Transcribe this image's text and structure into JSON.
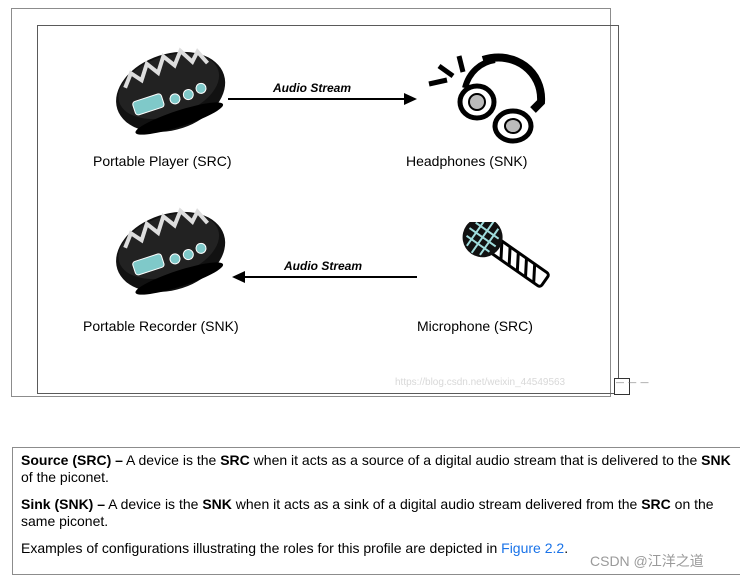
{
  "figure": {
    "top_row": {
      "left_label": "Portable Player (SRC)",
      "right_label": "Headphones (SNK)",
      "stream_label": "Audio Stream"
    },
    "bottom_row": {
      "left_label": "Portable Recorder (SNK)",
      "right_label": "Microphone (SRC)",
      "stream_label": "Audio Stream"
    },
    "watermark_url": "https://blog.csdn.net/weixin_44549563",
    "small_mark": "— — —"
  },
  "text": {
    "source": {
      "term": "Source (SRC) –",
      "t1": " A device is the ",
      "b1": "SRC",
      "t2": " when it acts as a source of a digital audio stream that is delivered to the ",
      "b2": "SNK",
      "t3": " of the piconet."
    },
    "sink": {
      "term": "Sink (SNK) –",
      "t1": " A device is the ",
      "b1": "SNK",
      "t2": " when it acts as a sink of a digital audio stream delivered from the ",
      "b2": "SRC",
      "t3": " on the same piconet."
    },
    "examples": {
      "t1": "Examples of configurations illustrating the roles for this profile are depicted in ",
      "link": "Figure 2.2",
      "t2": "."
    }
  },
  "watermark": "CSDN @江洋之道"
}
